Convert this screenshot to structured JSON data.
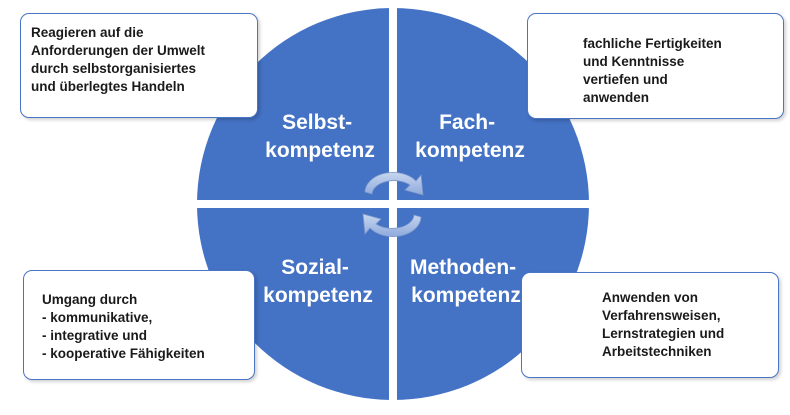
{
  "colors": {
    "quadrant_fill": "#4472c4",
    "separator": "#ffffff",
    "box_border": "#4a74c4",
    "arrow_fill": "#a9c0e6",
    "text_dark": "#1a1a1a"
  },
  "quadrants": {
    "top_left": {
      "line1": "Selbst-",
      "line2": "kompetenz"
    },
    "top_right": {
      "line1": "Fach-",
      "line2": "kompetenz"
    },
    "bottom_left": {
      "line1": "Sozial-",
      "line2": "kompetenz"
    },
    "bottom_right": {
      "line1": "Methoden-",
      "line2": "kompetenz"
    }
  },
  "boxes": {
    "top_left": {
      "lines": [
        "Reagieren auf die",
        "Anforderungen der Umwelt",
        "durch selbstorganisiertes",
        "und überlegtes Handeln"
      ]
    },
    "top_right": {
      "lines": [
        "fachliche Fertigkeiten",
        "und Kenntnisse",
        "vertiefen und",
        "anwenden"
      ]
    },
    "bottom_left": {
      "lines": [
        "Umgang durch",
        "- kommunikative,",
        "- integrative und",
        "- kooperative Fähigkeiten"
      ]
    },
    "bottom_right": {
      "lines": [
        "Anwenden von",
        "Verfahrensweisen,",
        "Lernstrategien und",
        "Arbeitstechniken"
      ]
    }
  },
  "icons": {
    "cycle": "circular-arrows-icon"
  }
}
